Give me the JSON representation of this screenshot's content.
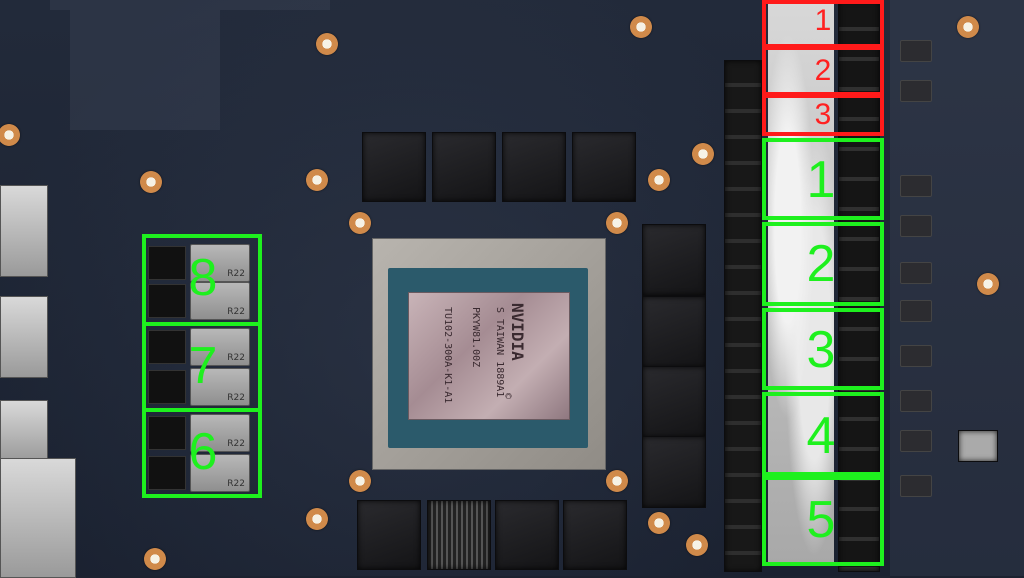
{
  "photo": {
    "subject": "Graphics card PCB with VRM phases marked",
    "gpu_die_text": [
      "NVIDIA",
      "TU102-300A-K1-A1",
      "S TAIWAN 1889A1",
      "PKYW81.00Z",
      "©"
    ],
    "inductor_label": "R22"
  },
  "memory_phases": [
    {
      "label": "1"
    },
    {
      "label": "2"
    },
    {
      "label": "3"
    }
  ],
  "gpu_phases": [
    {
      "label": "1"
    },
    {
      "label": "2"
    },
    {
      "label": "3"
    },
    {
      "label": "4"
    },
    {
      "label": "5"
    }
  ],
  "left_phases": [
    {
      "label": "8"
    },
    {
      "label": "7"
    },
    {
      "label": "6"
    }
  ],
  "colors": {
    "gpu_box": "#1ef01e",
    "memory_box": "#ff1a1a"
  }
}
